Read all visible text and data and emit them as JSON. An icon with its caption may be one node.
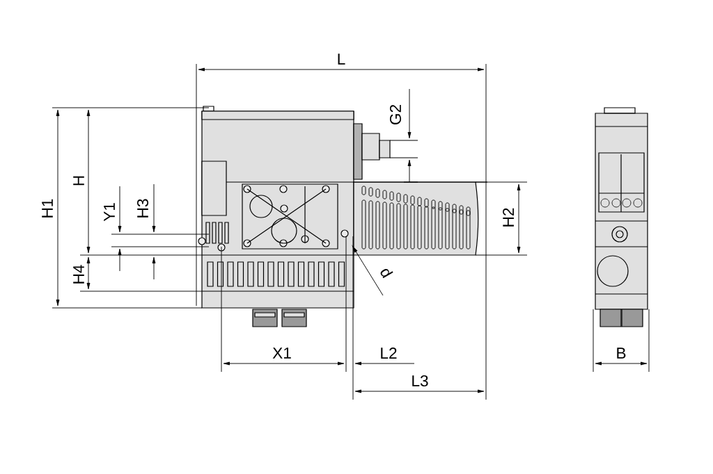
{
  "diagram": {
    "labels": [
      "L",
      "G2",
      "H1",
      "H",
      "Y1",
      "H3",
      "H2",
      "d",
      "H4",
      "X1",
      "L2",
      "B",
      "L3"
    ]
  }
}
